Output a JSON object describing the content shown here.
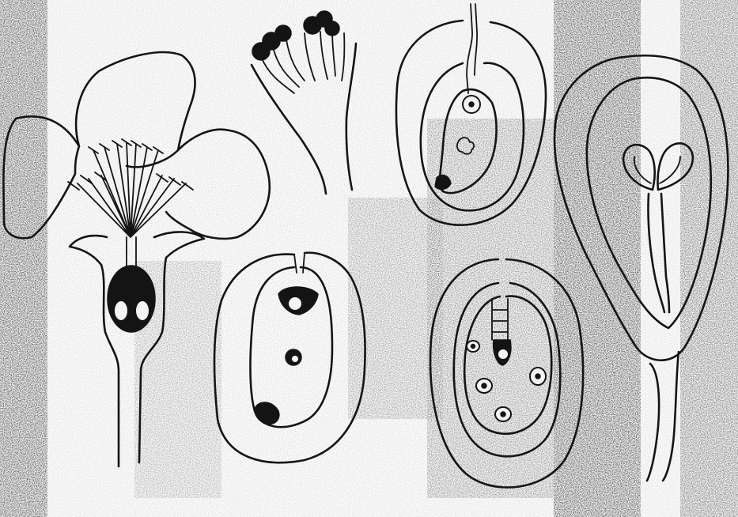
{
  "figure": {
    "background": "#ffffff",
    "ink_color": "#141414",
    "smudge_color": "#2a2a2a",
    "panels": [
      "flower-longitudinal-section",
      "stigma-with-pollen-grains",
      "ovule-pollen-tube-entering",
      "ovule-double-fertilization",
      "ovule-early-embryo",
      "seed-mature-embryo"
    ]
  }
}
